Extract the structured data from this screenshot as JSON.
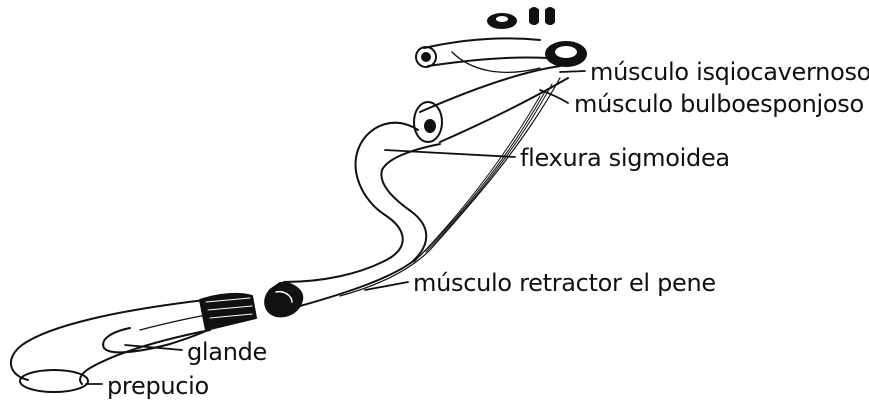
{
  "labels": {
    "isquiocavernoso": "músculo isqiocavernoso",
    "bulboesponjoso": "músculo bulboesponjoso",
    "flexura": "flexura sigmoidea",
    "retractor": "músculo retractor el pene",
    "glande": "glande",
    "prepucio": "prepucio"
  },
  "colors": {
    "ink": "#111111",
    "background": "#ffffff"
  }
}
